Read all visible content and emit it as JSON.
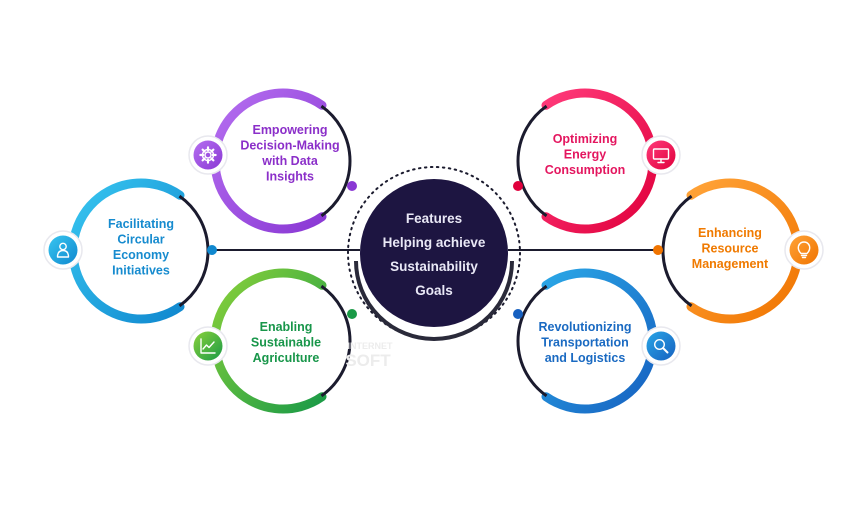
{
  "center": {
    "lines": [
      "Features",
      "Helping achieve",
      "Sustainability",
      "Goals"
    ],
    "fill": "#1d1541"
  },
  "watermark": {
    "top": "INTERNET",
    "bottom": "SOFT"
  },
  "nodes": [
    {
      "id": "empowering",
      "lines": [
        "Empowering",
        "Decision-Making",
        "with Data",
        "Insights"
      ],
      "color_a": "#b56ff0",
      "color_b": "#8a38d4",
      "text_color": "#8b2fc9",
      "icon": "gear-icon"
    },
    {
      "id": "optimizing",
      "lines": [
        "Optimizing",
        "Energy",
        "Consumption"
      ],
      "color_a": "#ff3a7a",
      "color_b": "#e0003c",
      "text_color": "#e4165f",
      "icon": "monitor-icon"
    },
    {
      "id": "facilitating",
      "lines": [
        "Facilitating",
        "Circular",
        "Economy",
        "Initiatives"
      ],
      "color_a": "#38c6f0",
      "color_b": "#1088cf",
      "text_color": "#168bcf",
      "icon": "person-icon"
    },
    {
      "id": "enhancing",
      "lines": [
        "Enhancing",
        "Resource",
        "Management"
      ],
      "color_a": "#ffa338",
      "color_b": "#f07400",
      "text_color": "#f07a00",
      "icon": "lightbulb-icon"
    },
    {
      "id": "enabling",
      "lines": [
        "Enabling",
        "Sustainable",
        "Agriculture"
      ],
      "color_a": "#8ad13a",
      "color_b": "#1a9a47",
      "text_color": "#18964a",
      "icon": "chart-icon"
    },
    {
      "id": "revolutionizing",
      "lines": [
        "Revolutionizing",
        "Transportation",
        "and Logistics"
      ],
      "color_a": "#2aa6e6",
      "color_b": "#1660c0",
      "text_color": "#1a6ac2",
      "icon": "search-icon"
    }
  ]
}
